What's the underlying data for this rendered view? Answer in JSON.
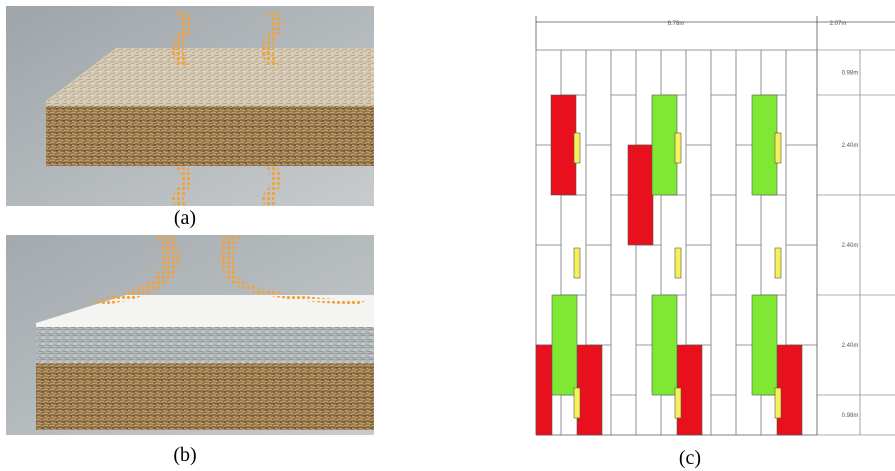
{
  "captions": {
    "a": "(a)",
    "b": "(b)",
    "c": "(c)"
  },
  "dimensions": {
    "width_main": "6.78m",
    "width_side": "2.07m",
    "heights": [
      "0.98m",
      "2.40m",
      "2.40m",
      "2.40m",
      "0.98m"
    ]
  },
  "colors": {
    "red": "#e8101c",
    "green": "#7ee832",
    "yellow": "#f6f15a",
    "grid": "#777777",
    "orange": "#f2a23a"
  }
}
